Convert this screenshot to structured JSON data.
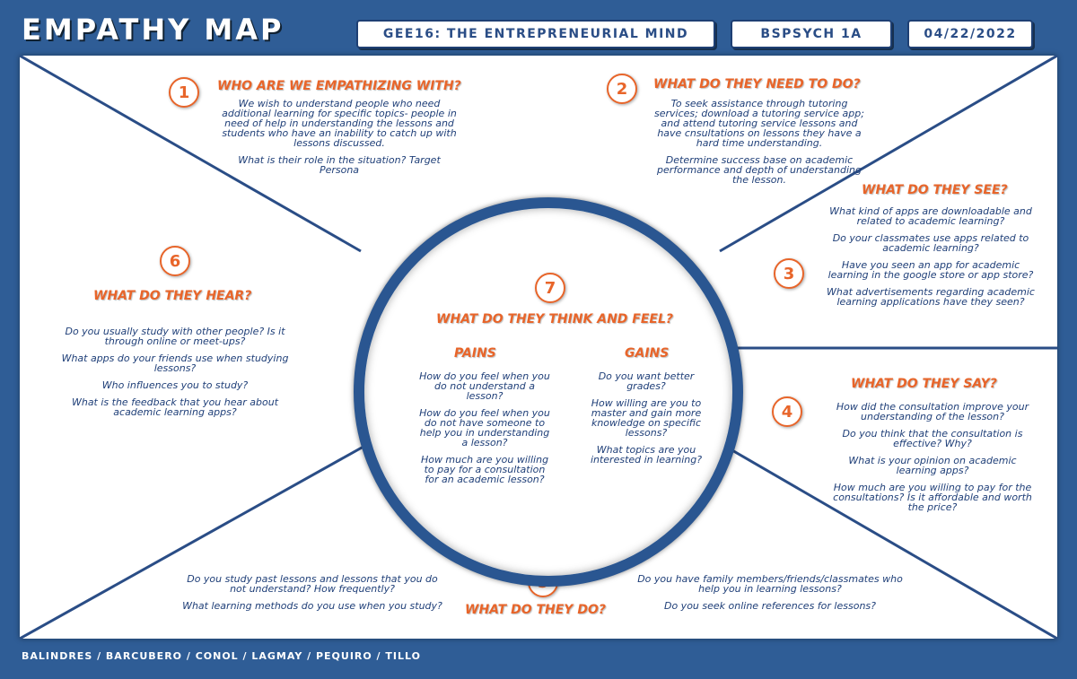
{
  "header": {
    "title": "EMPATHY MAP",
    "course": "GEE16: THE ENTREPRENEURIAL MIND",
    "section": "BSPSYCH 1A",
    "date": "04/22/2022"
  },
  "sections": {
    "s1": {
      "number": "1",
      "heading": "WHO ARE WE EMPATHIZING WITH?",
      "lines": [
        "We wish to understand people who need additional learning for specific topics- people in need of help in understanding the lessons and students who have an inability to catch up with lessons discussed.",
        "What is their  role in the situation? Target Persona"
      ]
    },
    "s2": {
      "number": "2",
      "heading": "WHAT DO THEY NEED TO DO?",
      "lines": [
        "To seek assistance through tutoring services; download a tutoring service app; and attend tutoring service lessons and have cnsultations on lessons they have a hard time understanding.",
        "Determine success base on academic performance and depth of understanding the lesson."
      ]
    },
    "s3": {
      "number": "3",
      "heading": "WHAT DO THEY SEE?",
      "lines": [
        "What kind of apps are downloadable and related to academic learning?",
        "Do your classmates use apps related to academic learning?",
        "Have you seen an app for academic learning in the google store or app store?",
        "What advertisements regarding academic learning applications have they seen?"
      ]
    },
    "s4": {
      "number": "4",
      "heading": "WHAT DO THEY SAY?",
      "lines": [
        "How did the consultation improve your understanding of the lesson?",
        "Do you think that the consultation is effective? Why?",
        "What is your opinion on academic learning apps?",
        "How much are you willing to pay for the consultations? Is it affordable and worth the price?"
      ]
    },
    "s5": {
      "number": "5",
      "heading": "WHAT DO THEY DO?",
      "left": [
        "Do you study past lessons and lessons that you do not understand? How frequently?",
        "What learning methods do you use when you study?"
      ],
      "right": [
        "Do you have family members/friends/classmates who help you in learning lessons?",
        "Do you seek online references for lessons?"
      ]
    },
    "s6": {
      "number": "6",
      "heading": "WHAT DO THEY HEAR?",
      "lines": [
        "Do you usually study with other people? Is it through online or meet-ups?",
        "What apps do your friends use when studying lessons?",
        "Who influences you to study?",
        "What is the feedback that you hear about academic learning apps?"
      ]
    },
    "s7": {
      "number": "7",
      "heading": "WHAT DO THEY THINK AND FEEL?",
      "pains_label": "PAINS",
      "gains_label": "GAINS",
      "pains": [
        "How do you feel when you do not understand a lesson?",
        "How do you feel when you do not have someone to help you in understanding a lesson?",
        "How much are you willing to pay for a consultation for an academic lesson?"
      ],
      "gains": [
        "Do you want better grades?",
        "How willing are you to master and gain more knowledge on specific lessons?",
        "What topics are you interested in learning?"
      ]
    }
  },
  "footer": "BALINDRES / BARCUBERO / CONOL /  LAGMAY / PEQUIRO / TILLO",
  "colors": {
    "accent": "#e8652a",
    "navy": "#2f5d96",
    "text": "#1f3f78"
  }
}
